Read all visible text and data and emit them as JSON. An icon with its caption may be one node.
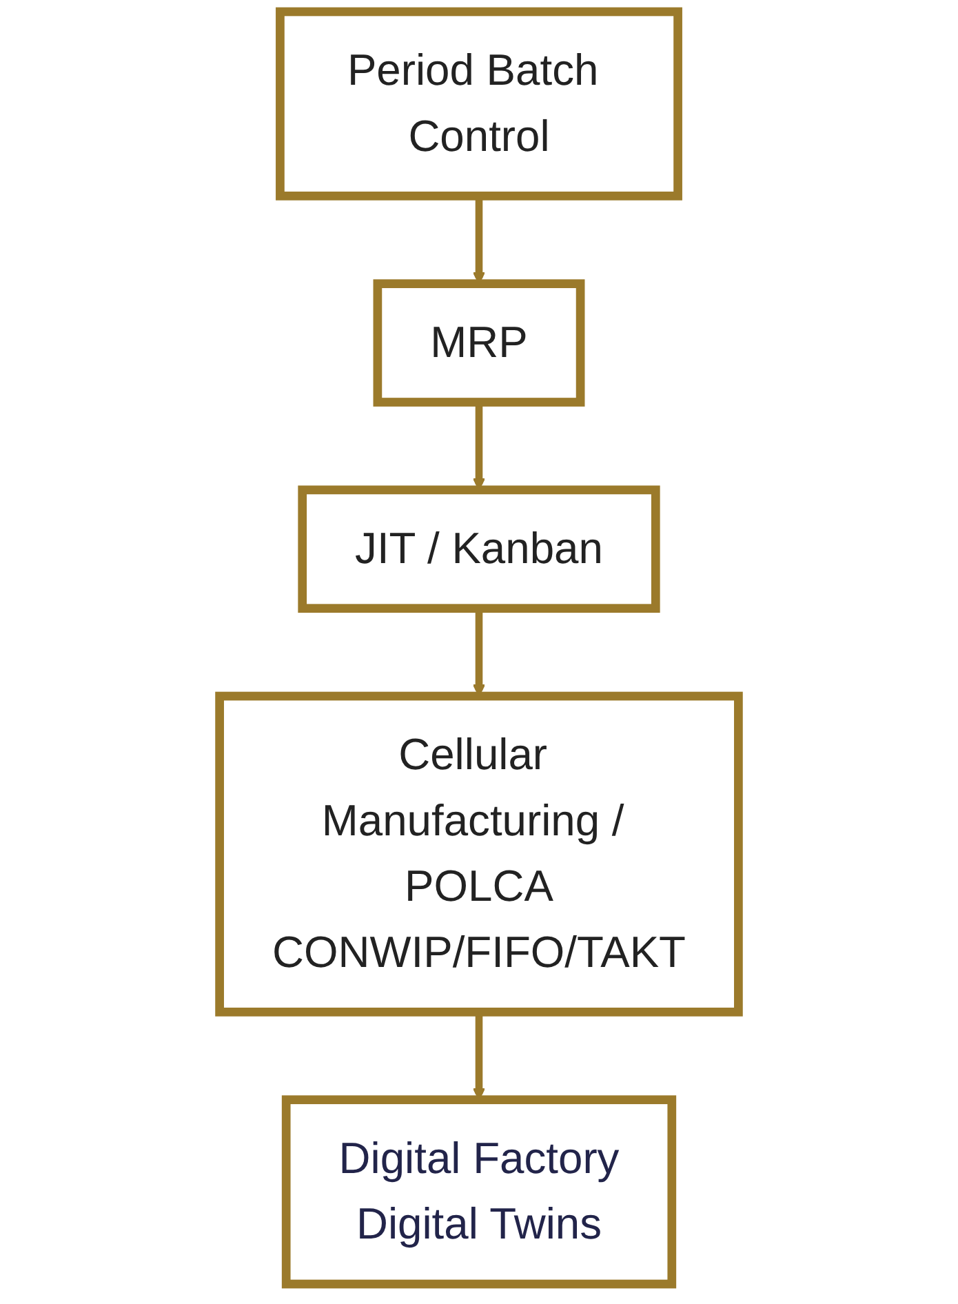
{
  "diagram": {
    "nodes": [
      {
        "text": [
          "Period Batch Control"
        ]
      },
      {
        "text": [
          "MRP"
        ]
      },
      {
        "text": [
          "JIT / Kanban"
        ]
      },
      {
        "text": [
          "Cellular Manufacturing / POLCA",
          "CONWIP/FIFO/TAKT"
        ]
      },
      {
        "text": [
          "Digital Factory",
          "Digital Twins"
        ]
      }
    ],
    "edges": [
      {
        "from": 0,
        "to": 1,
        "arrow": "to"
      },
      {
        "from": 1,
        "to": 2,
        "arrow": "to"
      },
      {
        "from": 2,
        "to": 3,
        "arrow": "to"
      },
      {
        "from": 3,
        "to": 4,
        "arrow": "to"
      }
    ]
  }
}
